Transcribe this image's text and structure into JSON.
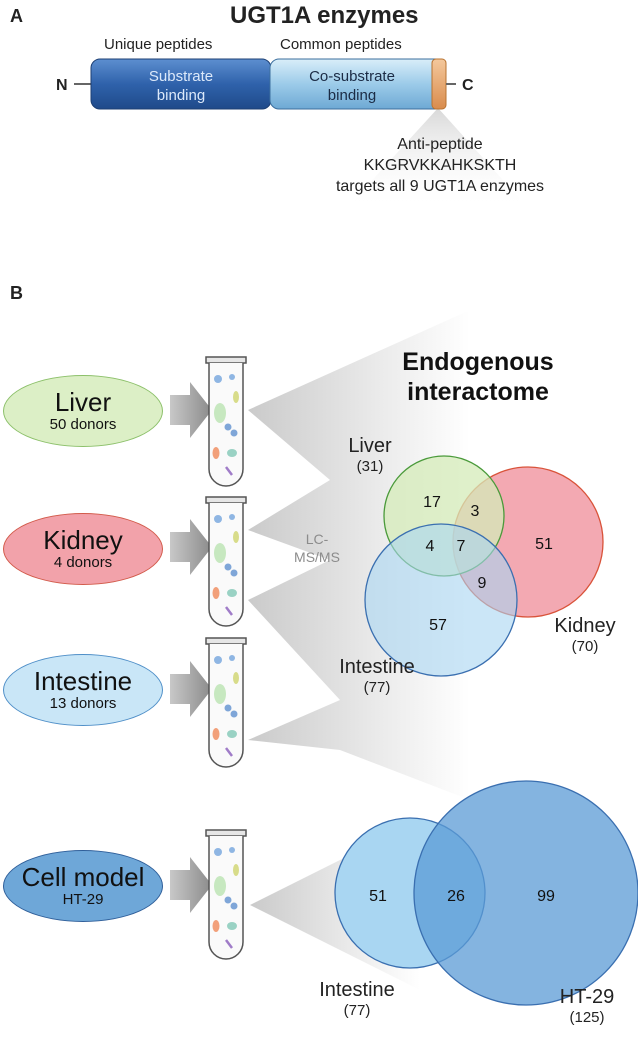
{
  "panel_a": {
    "label": "A",
    "title": "UGT1A enzymes",
    "unique_peptides": "Unique peptides",
    "common_peptides": "Common peptides",
    "n_term": "N",
    "c_term": "C",
    "substrate_binding": [
      "Substrate",
      "binding"
    ],
    "cosubstrate_binding": [
      "Co-substrate",
      "binding"
    ],
    "anti_peptide": [
      "Anti-peptide",
      "KKGRVKKAHKSKTH",
      "targets all 9 UGT1A enzymes"
    ]
  },
  "panel_b": {
    "label": "B",
    "heading": [
      "Endogenous",
      "interactome"
    ],
    "method": [
      "LC-",
      "MS/MS"
    ],
    "samples": [
      {
        "name": "Liver",
        "detail": "50 donors",
        "color": "#dcefc6"
      },
      {
        "name": "Kidney",
        "detail": "4 donors",
        "color": "#f2a2aa"
      },
      {
        "name": "Intestine",
        "detail": "13 donors",
        "color": "#c9e6f7"
      },
      {
        "name": "Cell model",
        "detail": "HT-29",
        "color": "#6ea7d8"
      }
    ],
    "venn3": {
      "sets": [
        {
          "name": "Liver",
          "count": "(31)",
          "color": "#d4ebb8",
          "stroke": "#4a9a3a"
        },
        {
          "name": "Kidney",
          "count": "(70)",
          "color": "#f19aa4",
          "stroke": "#d9533a"
        },
        {
          "name": "Intestine",
          "count": "(77)",
          "color": "#a9d6f2",
          "stroke": "#3a6fb0"
        }
      ],
      "regions": {
        "liver_only": "17",
        "liver_kidney": "3",
        "kidney_only": "51",
        "liver_intestine": "4",
        "all_three": "7",
        "kidney_intestine": "9",
        "intestine_only": "57"
      }
    },
    "venn2": {
      "sets": [
        {
          "name": "Intestine",
          "count": "(77)",
          "color": "#a9d6f2"
        },
        {
          "name": "HT-29",
          "count": "(125)",
          "color": "#5b9bd5"
        }
      ],
      "regions": {
        "intestine_only": "51",
        "overlap": "26",
        "ht29_only": "99"
      }
    }
  }
}
